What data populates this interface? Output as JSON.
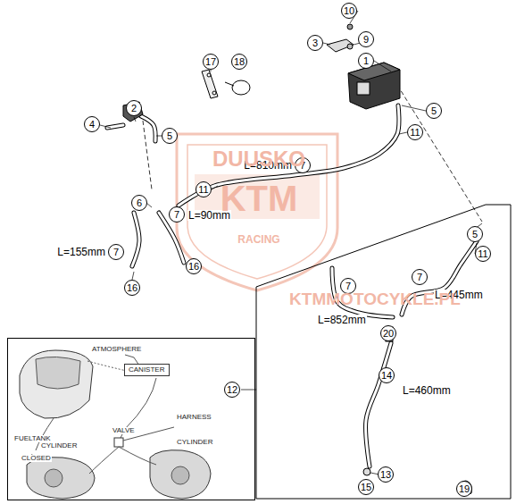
{
  "diagram": {
    "nodes": [
      {
        "text": [
          "ATMOSPHERE",
          "FUELTANK",
          "HARNESS",
          "VALVE",
          "CLOSED",
          "CYLINDER",
          "CYLINDER"
        ]
      },
      {
        "text": [
          "CANISTER"
        ],
        "in": 0
      }
    ],
    "labels": [
      "1",
      "2",
      "3",
      "4",
      "5",
      "5",
      "5",
      "6",
      "7",
      "7",
      "7",
      "7",
      "7",
      "9",
      "10",
      "11",
      "11",
      "11",
      "12",
      "13",
      "14",
      "15",
      "16",
      "16",
      "17",
      "18",
      "19",
      "20",
      "L=810mm",
      "L=90mm",
      "L=155mm",
      "L=852mm",
      "L=445mm",
      "L=460mm",
      "DUUSKO",
      "KTM",
      "RACING",
      "KTMMOTOCYKLE.PL"
    ]
  }
}
